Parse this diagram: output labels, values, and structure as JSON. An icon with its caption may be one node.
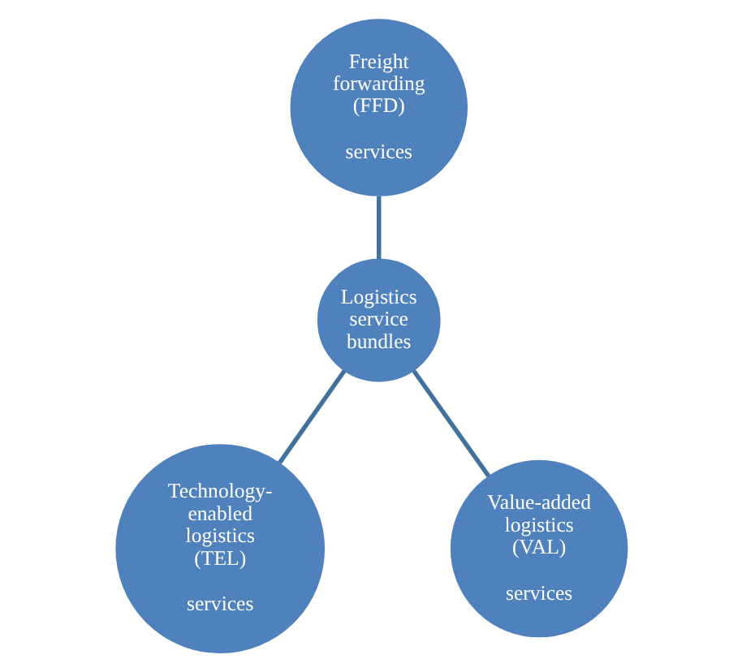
{
  "diagram": {
    "nodes": [
      {
        "text": [
          "Freight forwarding (FFD)",
          "services"
        ]
      },
      {
        "text": [
          "Logistics service bundles"
        ]
      },
      {
        "text": [
          "Technology-enabled logistics (TEL)",
          "services"
        ]
      },
      {
        "text": [
          "Value-added logistics (VAL)",
          "services"
        ]
      }
    ],
    "edges": [
      {
        "from": 0,
        "to": 1,
        "arrow": "none"
      },
      {
        "from": 1,
        "to": 2,
        "arrow": "none"
      },
      {
        "from": 1,
        "to": 3,
        "arrow": "none"
      }
    ]
  }
}
